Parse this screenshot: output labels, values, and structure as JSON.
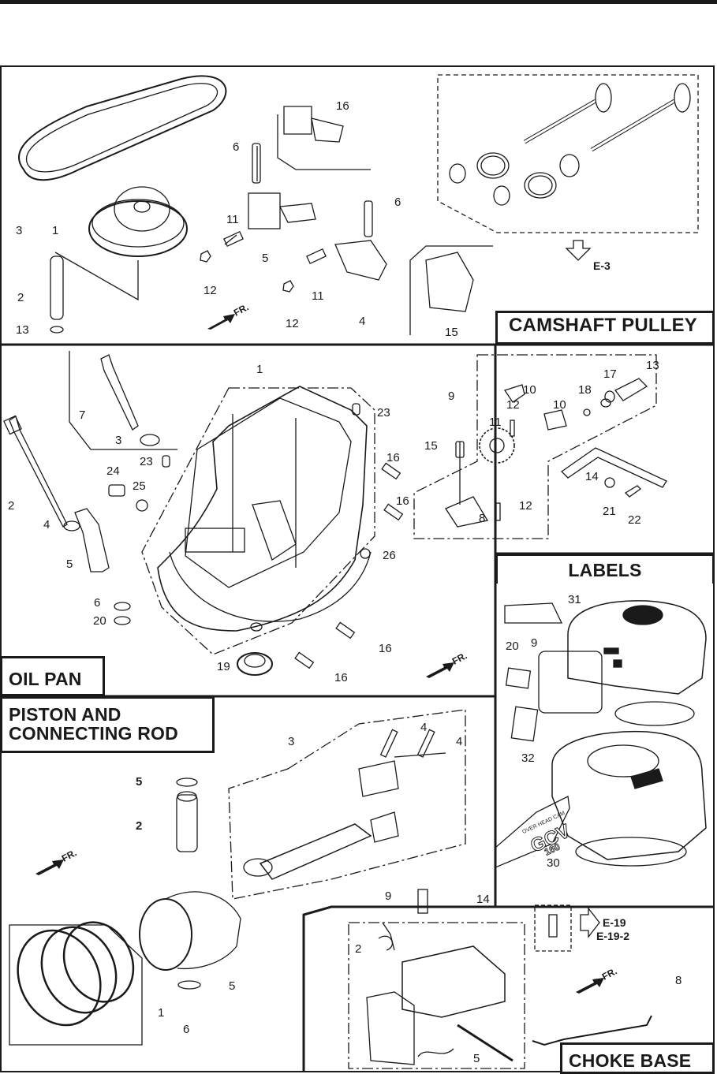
{
  "sections": {
    "camshaft_pulley": {
      "title": "CAMSHAFT PULLEY",
      "callouts": [
        "1",
        "2",
        "3",
        "4",
        "5",
        "6",
        "6",
        "11",
        "11",
        "12",
        "12",
        "13",
        "15",
        "16"
      ],
      "reference": "E-3",
      "front_marker": "FR."
    },
    "oil_pan": {
      "title": "OIL PAN",
      "callouts": [
        "1",
        "2",
        "3",
        "4",
        "5",
        "6",
        "7",
        "8",
        "9",
        "10",
        "10",
        "11",
        "12",
        "12",
        "13",
        "14",
        "15",
        "16",
        "16",
        "16",
        "16",
        "17",
        "18",
        "19",
        "20",
        "21",
        "22",
        "23",
        "23",
        "24",
        "25",
        "26"
      ],
      "front_marker": "FR."
    },
    "labels": {
      "title": "LABELS",
      "callouts": [
        "9",
        "20",
        "30",
        "31",
        "32"
      ],
      "decal_text": {
        "line1": "OVER HEAD CAM",
        "model": "GCV",
        "displacement": "160"
      }
    },
    "piston": {
      "title_line1": "PISTON AND",
      "title_line2": "CONNECTING ROD",
      "callouts": [
        "1",
        "2",
        "3",
        "4",
        "4",
        "5",
        "5",
        "6"
      ],
      "front_marker": "FR."
    },
    "choke_base": {
      "title": "CHOKE BASE",
      "callouts": [
        "2",
        "5",
        "8",
        "9",
        "14"
      ],
      "references": [
        "E-19",
        "E-19-2"
      ],
      "front_marker": "FR."
    }
  },
  "colors": {
    "ink": "#1a1a1a",
    "paper": "#ffffff"
  }
}
